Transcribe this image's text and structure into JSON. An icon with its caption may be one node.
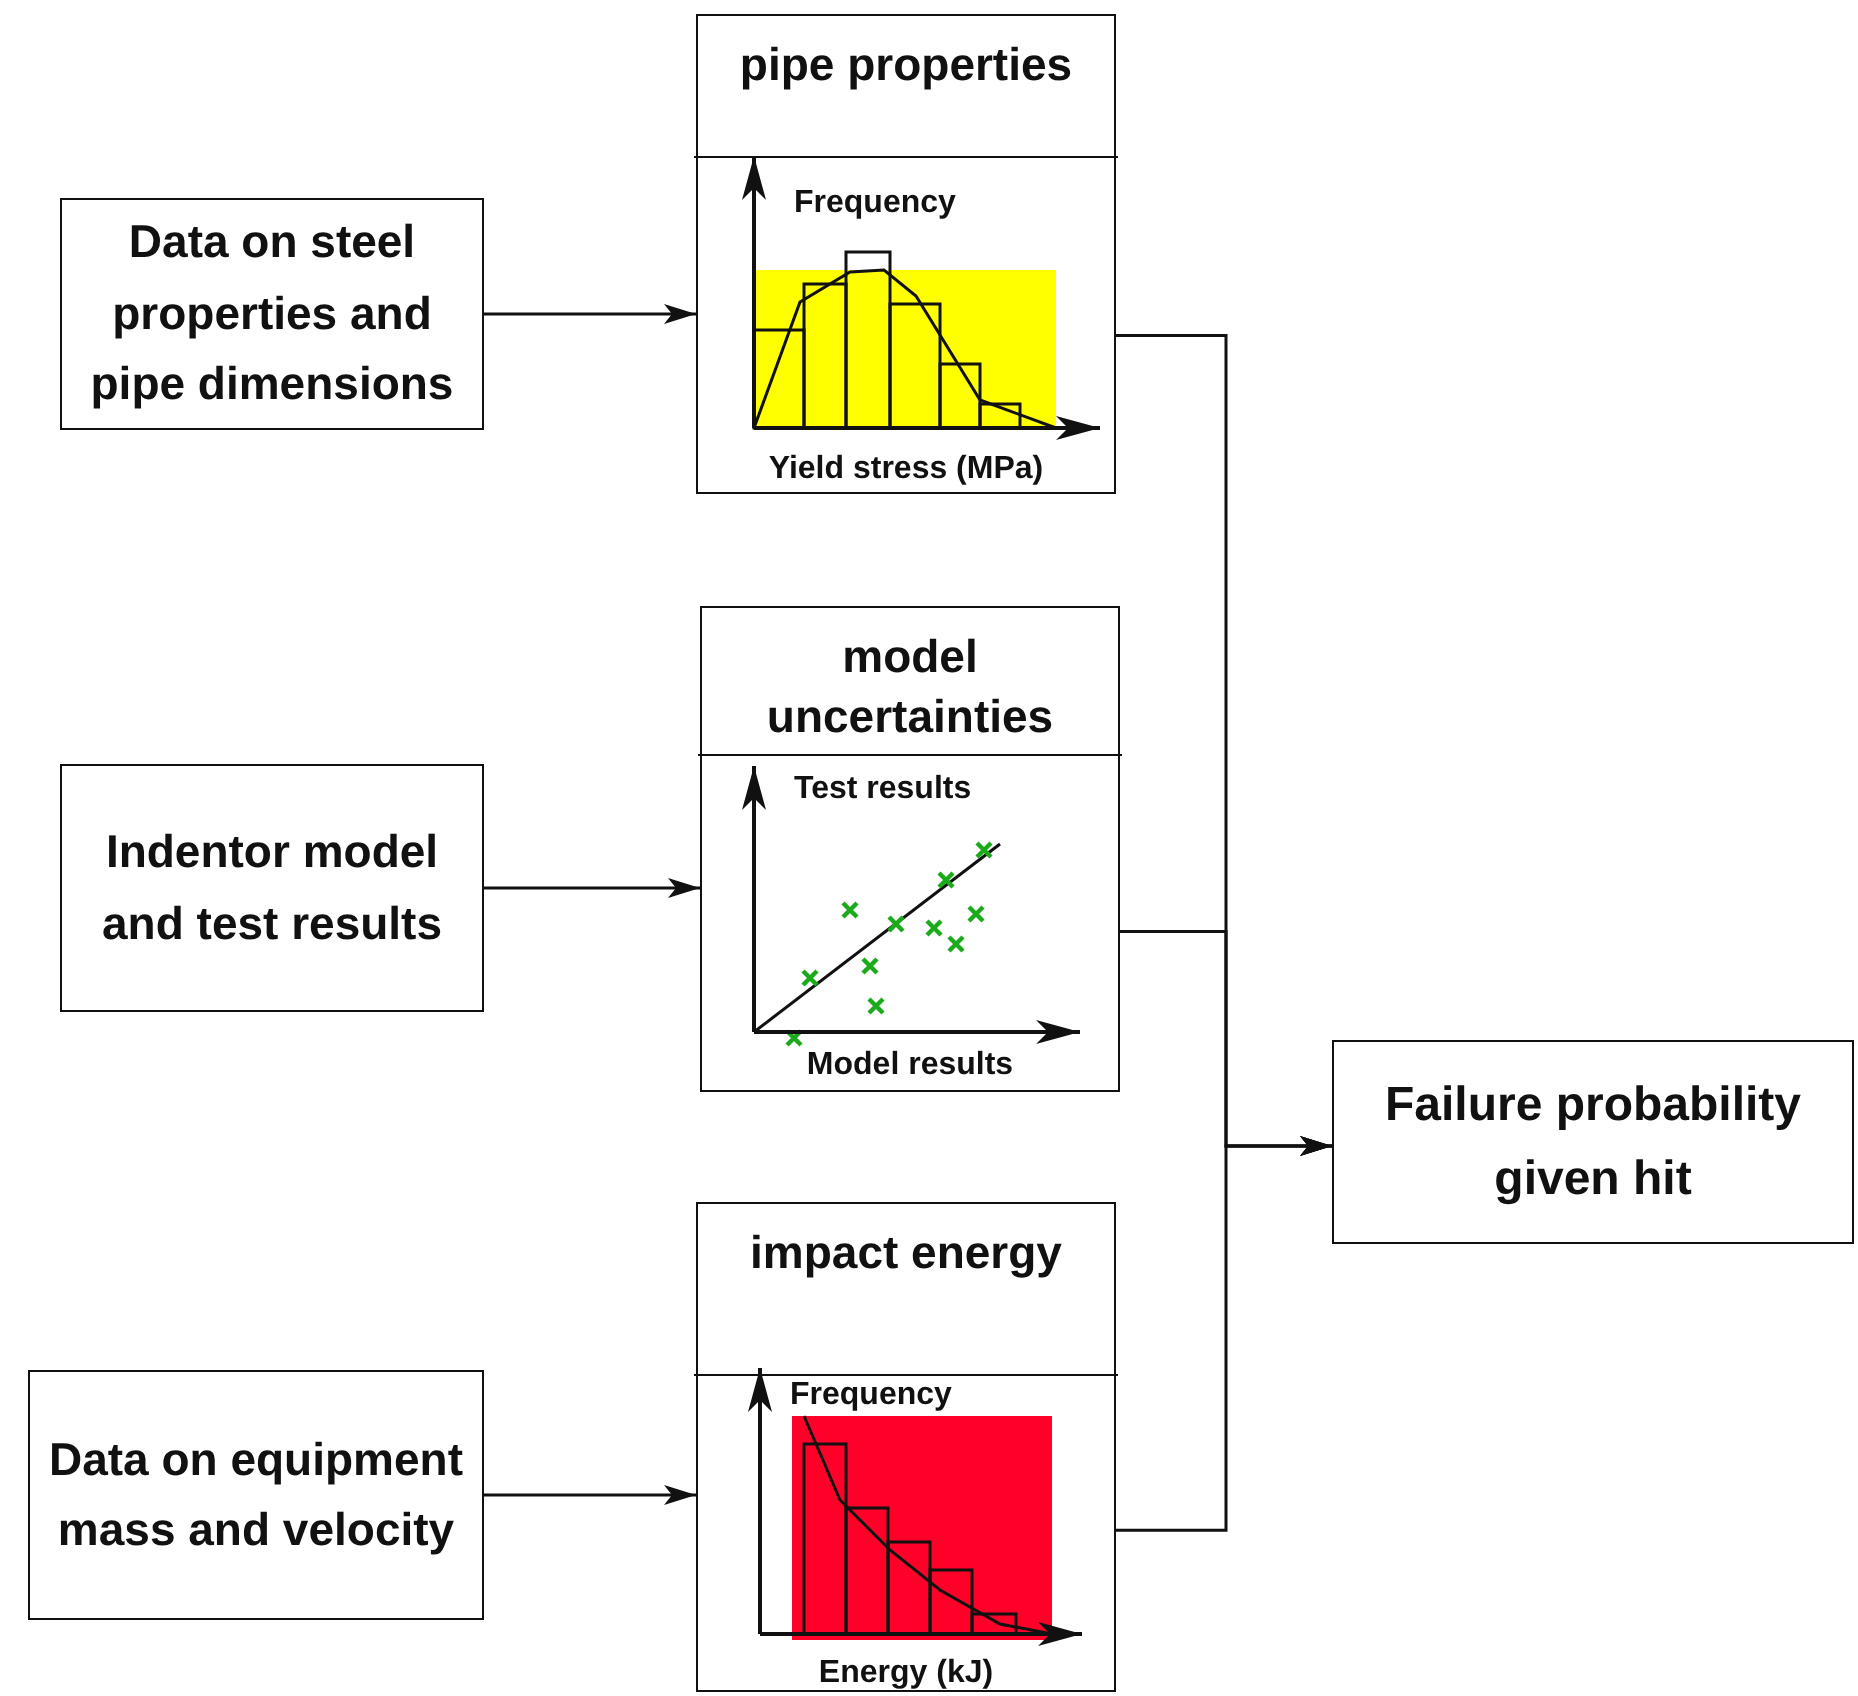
{
  "diagram": {
    "nodes": [
      {
        "text": [
          "Data on steel properties and pipe dimensions"
        ]
      },
      {
        "text": [
          "pipe properties",
          "Frequency",
          "Yield stress (MPa)"
        ]
      },
      {
        "text": [
          "Indentor model and test results"
        ]
      },
      {
        "text": [
          "model uncertainties",
          "Test results",
          "Model results"
        ]
      },
      {
        "text": [
          "Data on equipment mass and velocity"
        ]
      },
      {
        "text": [
          "impact energy",
          "Frequency",
          "Energy (kJ)"
        ]
      },
      {
        "text": [
          "Failure probability given hit"
        ]
      }
    ],
    "edges": [
      {
        "from": 0,
        "to": 1,
        "arrow": "to"
      },
      {
        "from": 2,
        "to": 3,
        "arrow": "to"
      },
      {
        "from": 4,
        "to": 5,
        "arrow": "to"
      },
      {
        "from": 1,
        "to": 6,
        "arrow": "to"
      },
      {
        "from": 3,
        "to": 6,
        "arrow": "to"
      },
      {
        "from": 5,
        "to": 6,
        "arrow": "to"
      }
    ]
  }
}
